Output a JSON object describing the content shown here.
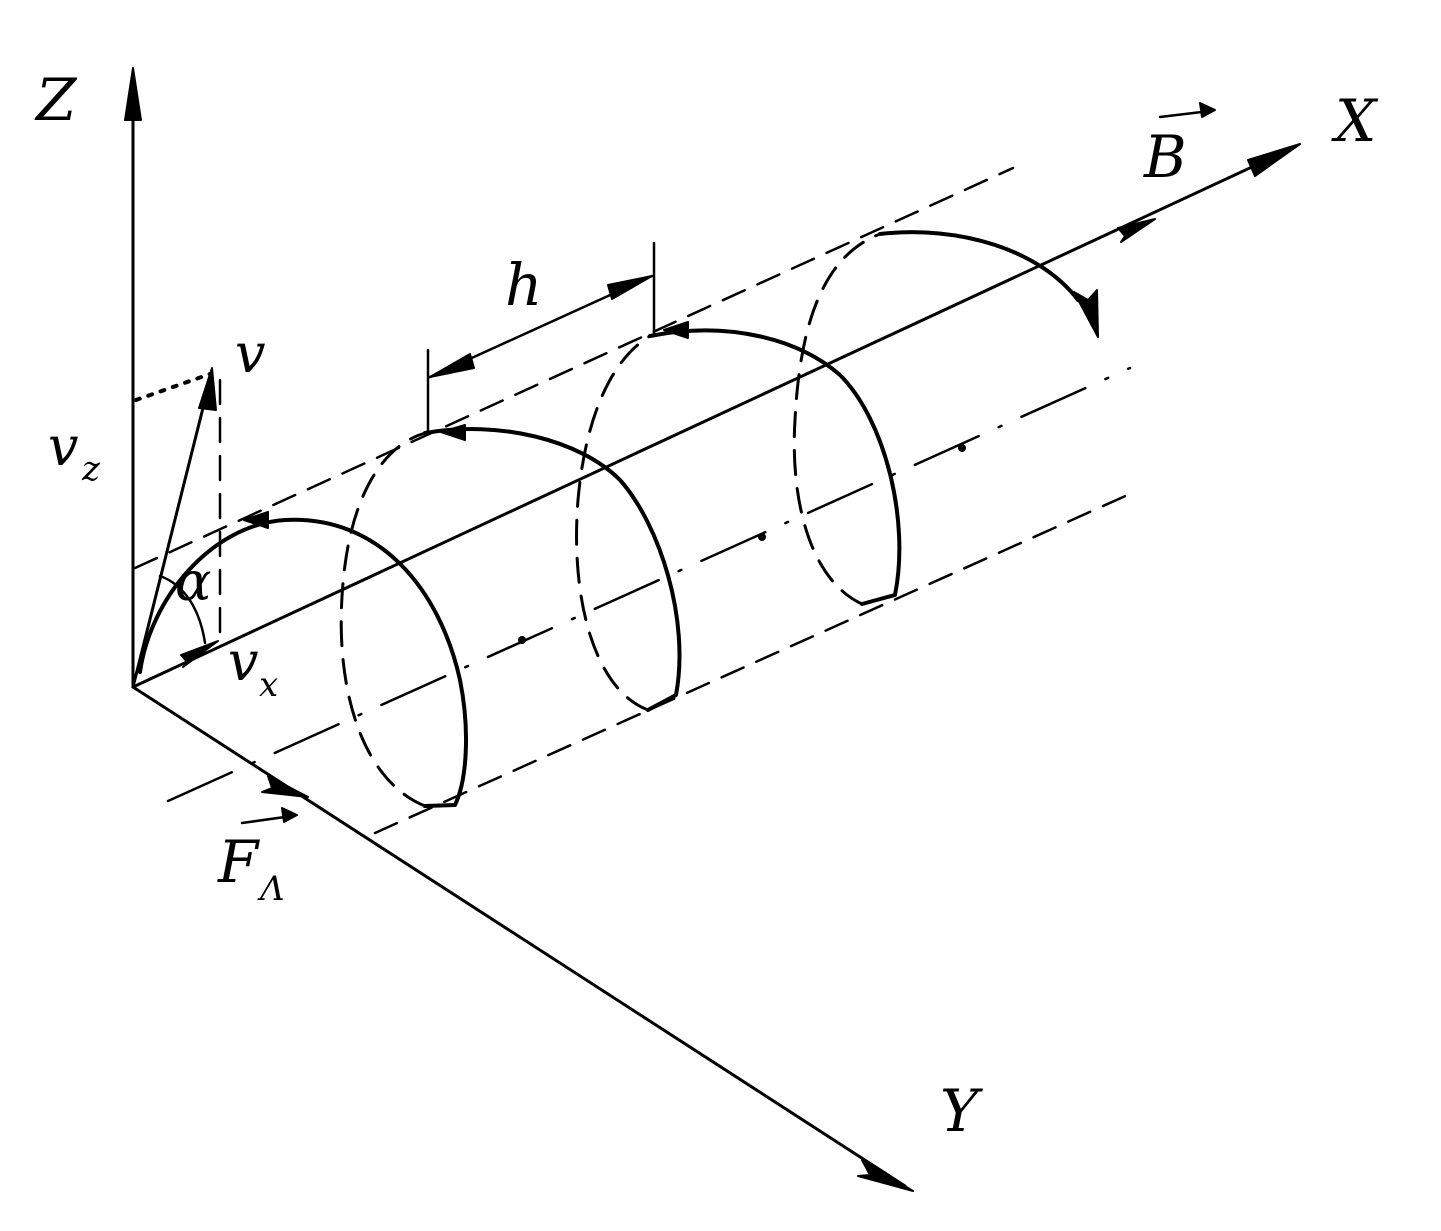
{
  "labels": {
    "z_axis": "Z",
    "x_axis": "X",
    "y_axis": "Y",
    "field": "B",
    "velocity": "v",
    "velocity_z": "v",
    "velocity_z_sub": "z",
    "velocity_x": "v",
    "velocity_x_sub": "x",
    "angle": "α",
    "pitch": "h",
    "force": "F",
    "force_sub": "Λ"
  }
}
